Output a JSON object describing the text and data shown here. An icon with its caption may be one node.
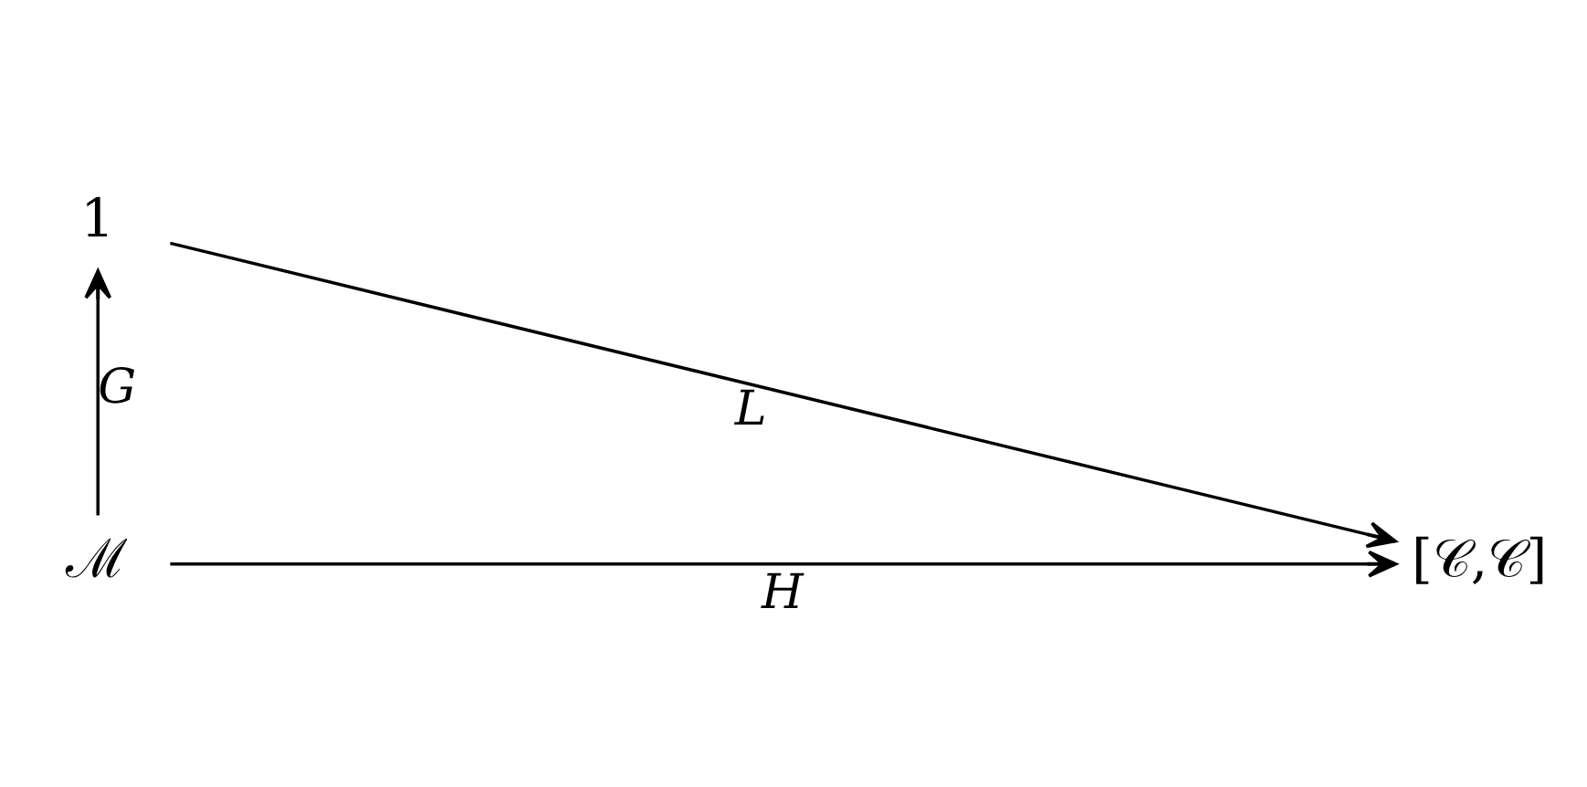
{
  "diagram": {
    "nodes": [
      {
        "text": [
          "1"
        ]
      },
      {
        "text": [
          "ℳ"
        ]
      },
      {
        "text": [
          "[𝒞,𝒞]"
        ]
      }
    ],
    "edges": [
      {
        "from": 1,
        "to": 0,
        "arrow": "to",
        "label": "G"
      },
      {
        "from": 0,
        "to": 2,
        "arrow": "to",
        "label": "L"
      },
      {
        "from": 1,
        "to": 2,
        "arrow": "to",
        "label": "H"
      }
    ]
  }
}
